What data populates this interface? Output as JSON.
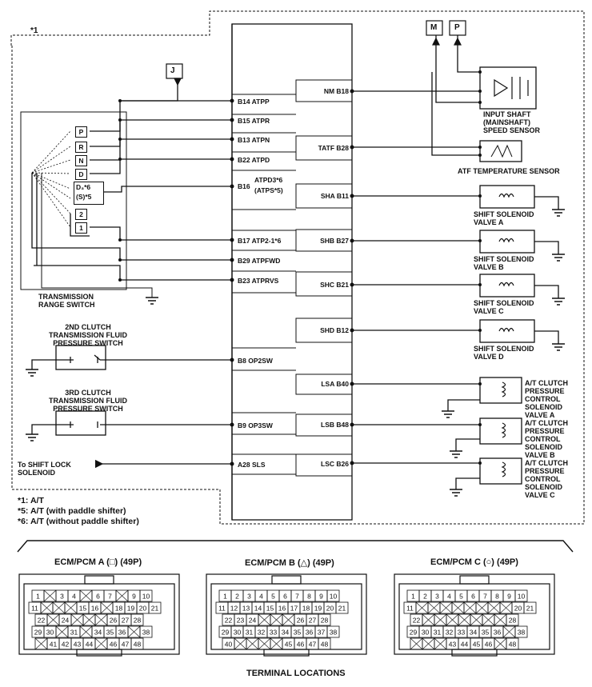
{
  "header_note": "*1",
  "connectors": {
    "j": "J",
    "m": "M",
    "p": "P"
  },
  "range_switch": {
    "label": "TRANSMISSION RANGE SWITCH",
    "positions": [
      "P",
      "R",
      "N",
      "D",
      "D₃*6",
      "(S)*5",
      "2",
      "1"
    ]
  },
  "ecm_pins_left": {
    "b14": "B14 ATPP",
    "b15": "B15 ATPR",
    "b13": "B13  ATPN",
    "b22": "B22 ATPD",
    "b16": "B16",
    "b16a": "ATPD3*6",
    "b16b": "(ATPS*5)",
    "b17": "B17 ATP2-1*6",
    "b29": "B29 ATPFWD",
    "b23": "B23 ATPRVS",
    "b8": "B8 OP2SW",
    "b9": "B9 OP3SW",
    "a28": "A28 SLS"
  },
  "ecm_pins_right": {
    "nm": "NM B18",
    "tatf": "TATF B28",
    "sha": "SHA B11",
    "shb": "SHB B27",
    "shc": "SHC B21",
    "shd": "SHD B12",
    "lsa": "LSA B40",
    "lsb": "LSB B48",
    "lsc": "LSC B26"
  },
  "components": {
    "input_shaft": "INPUT SHAFT (MAINSHAFT) SPEED SENSOR",
    "atf_temp": "ATF TEMPERATURE SENSOR",
    "sol_a": "SHIFT SOLENOID VALVE A",
    "sol_b": "SHIFT SOLENOID VALVE B",
    "sol_c": "SHIFT SOLENOID VALVE C",
    "sol_d": "SHIFT SOLENOID VALVE D",
    "lin_a": "A/T CLUTCH PRESSURE CONTROL SOLENOID VALVE A",
    "lin_b": "A/T CLUTCH PRESSURE CONTROL SOLENOID VALVE B",
    "lin_c": "A/T CLUTCH PRESSURE CONTROL SOLENOID VALVE C",
    "clutch2": "2ND CLUTCH TRANSMISSION FLUID PRESSURE SWITCH",
    "clutch3": "3RD CLUTCH TRANSMISSION FLUID PRESSURE SWITCH",
    "shift_lock": "To SHIFT LOCK SOLENOID"
  },
  "notes": [
    "*1: A/T",
    "*5: A/T (with paddle shifter)",
    "*6: A/T (without paddle shifter)"
  ],
  "terminal_title": "TERMINAL LOCATIONS",
  "terminal_connectors": [
    {
      "title": "ECM/PCM A (□) (49P)",
      "rows": [
        [
          "1",
          "",
          "3",
          "4",
          "",
          "6",
          "7",
          "",
          "9",
          "10"
        ],
        [
          "11",
          "",
          "",
          "",
          "15",
          "16",
          "",
          "18",
          "19",
          "20",
          "21"
        ],
        [
          "22",
          "",
          "24",
          "",
          "",
          "",
          "26",
          "27",
          "28"
        ],
        [
          "29",
          "30",
          "",
          "31",
          "",
          "34",
          "35",
          "36",
          "",
          "38"
        ],
        [
          "",
          "41",
          "42",
          "43",
          "44",
          "",
          "46",
          "47",
          "48"
        ]
      ]
    },
    {
      "title": "ECM/PCM B (△) (49P)",
      "rows": [
        [
          "1",
          "2",
          "3",
          "4",
          "5",
          "6",
          "7",
          "8",
          "9",
          "10"
        ],
        [
          "11",
          "12",
          "13",
          "14",
          "15",
          "16",
          "17",
          "18",
          "19",
          "20",
          "21"
        ],
        [
          "22",
          "23",
          "24",
          "",
          "",
          "",
          "26",
          "27",
          "28"
        ],
        [
          "29",
          "30",
          "31",
          "32",
          "33",
          "34",
          "35",
          "36",
          "37",
          "38"
        ],
        [
          "40",
          "",
          "",
          "",
          "",
          "45",
          "46",
          "47",
          "48"
        ]
      ]
    },
    {
      "title": "ECM/PCM C (○) (49P)",
      "rows": [
        [
          "1",
          "2",
          "3",
          "4",
          "5",
          "6",
          "7",
          "8",
          "9",
          "10"
        ],
        [
          "11",
          "",
          "",
          "",
          "",
          "",
          "",
          "",
          "",
          "20",
          "21"
        ],
        [
          "22",
          "",
          "",
          "",
          "",
          "",
          "",
          "",
          "28"
        ],
        [
          "29",
          "30",
          "31",
          "32",
          "33",
          "34",
          "35",
          "36",
          "",
          "38"
        ],
        [
          "",
          "",
          "",
          "43",
          "44",
          "45",
          "46",
          "",
          "48"
        ]
      ]
    }
  ]
}
